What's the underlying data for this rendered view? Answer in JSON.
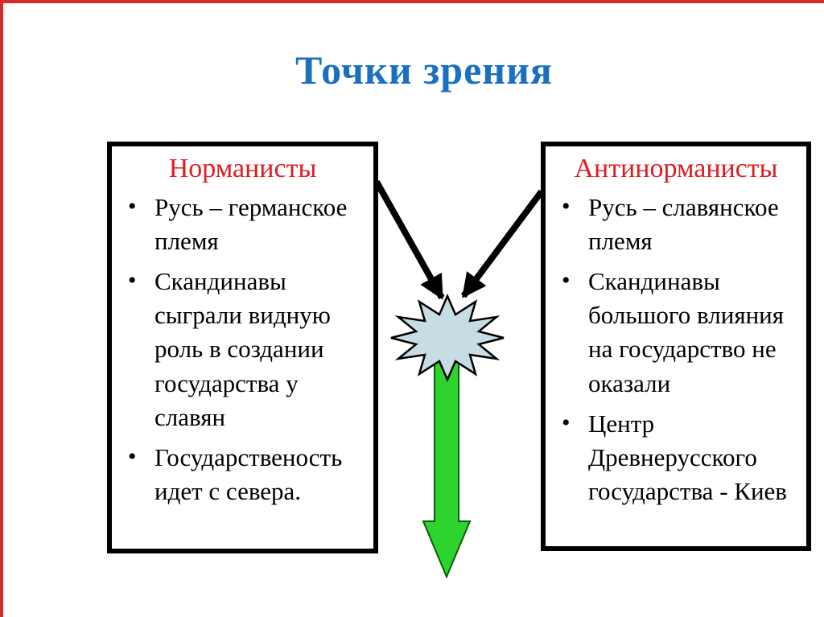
{
  "slide": {
    "title": "Точки зрения",
    "colors": {
      "title": "#1b6fc1",
      "heading": "#e01b22",
      "slide_border": "#d62a2a",
      "box_border": "#000000",
      "text": "#000000",
      "black_arrow": "#000000",
      "starburst_fill": "#c6dde3",
      "starburst_stroke": "#000000",
      "green_arrow_fill": "#2fd32f",
      "green_arrow_stroke": "#0b5e0b"
    },
    "boxes": [
      {
        "heading": "Норманисты",
        "bullets": [
          "Русь – германское племя",
          "Скандинавы сыграли видную роль в создании государства у славян",
          "Государственость идет с севера."
        ]
      },
      {
        "heading": "Антинорманисты",
        "bullets": [
          "Русь – славянское племя",
          "Скандинавы большого влияния на государство не оказали",
          "Центр Древнерусского государства - Киев"
        ]
      }
    ],
    "shapes": {
      "left_arrow": "black-converging-arrow-left",
      "right_arrow": "black-converging-arrow-right",
      "starburst": "clash-starburst",
      "down_arrow": "green-down-arrow"
    }
  }
}
